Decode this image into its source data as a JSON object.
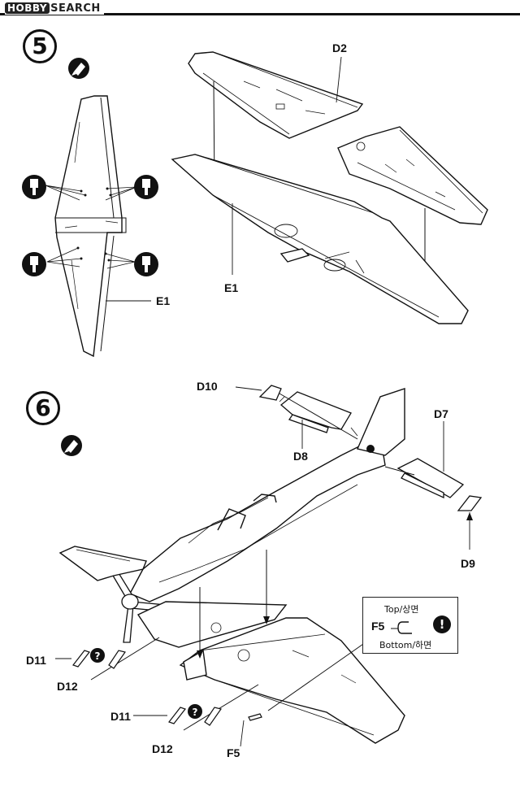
{
  "watermark": {
    "logo": "HOBBY",
    "text": "SEARCH"
  },
  "steps": [
    {
      "number": "5",
      "parts": {
        "d2": "D2",
        "e1_left": "E1",
        "e1_center": "E1"
      }
    },
    {
      "number": "6",
      "parts": {
        "d10": "D10",
        "d8": "D8",
        "d7": "D7",
        "d9": "D9",
        "d11_a": "D11",
        "d12_a": "D12",
        "d11_b": "D11",
        "d12_b": "D12",
        "f5": "F5"
      }
    }
  ],
  "note": {
    "top": "Top/상면",
    "part": "F5",
    "bottom": "Bottom/하면",
    "alert": "!"
  },
  "symbols": {
    "glue": "glue-icon",
    "drill": "drill-icon",
    "optional": "?"
  }
}
